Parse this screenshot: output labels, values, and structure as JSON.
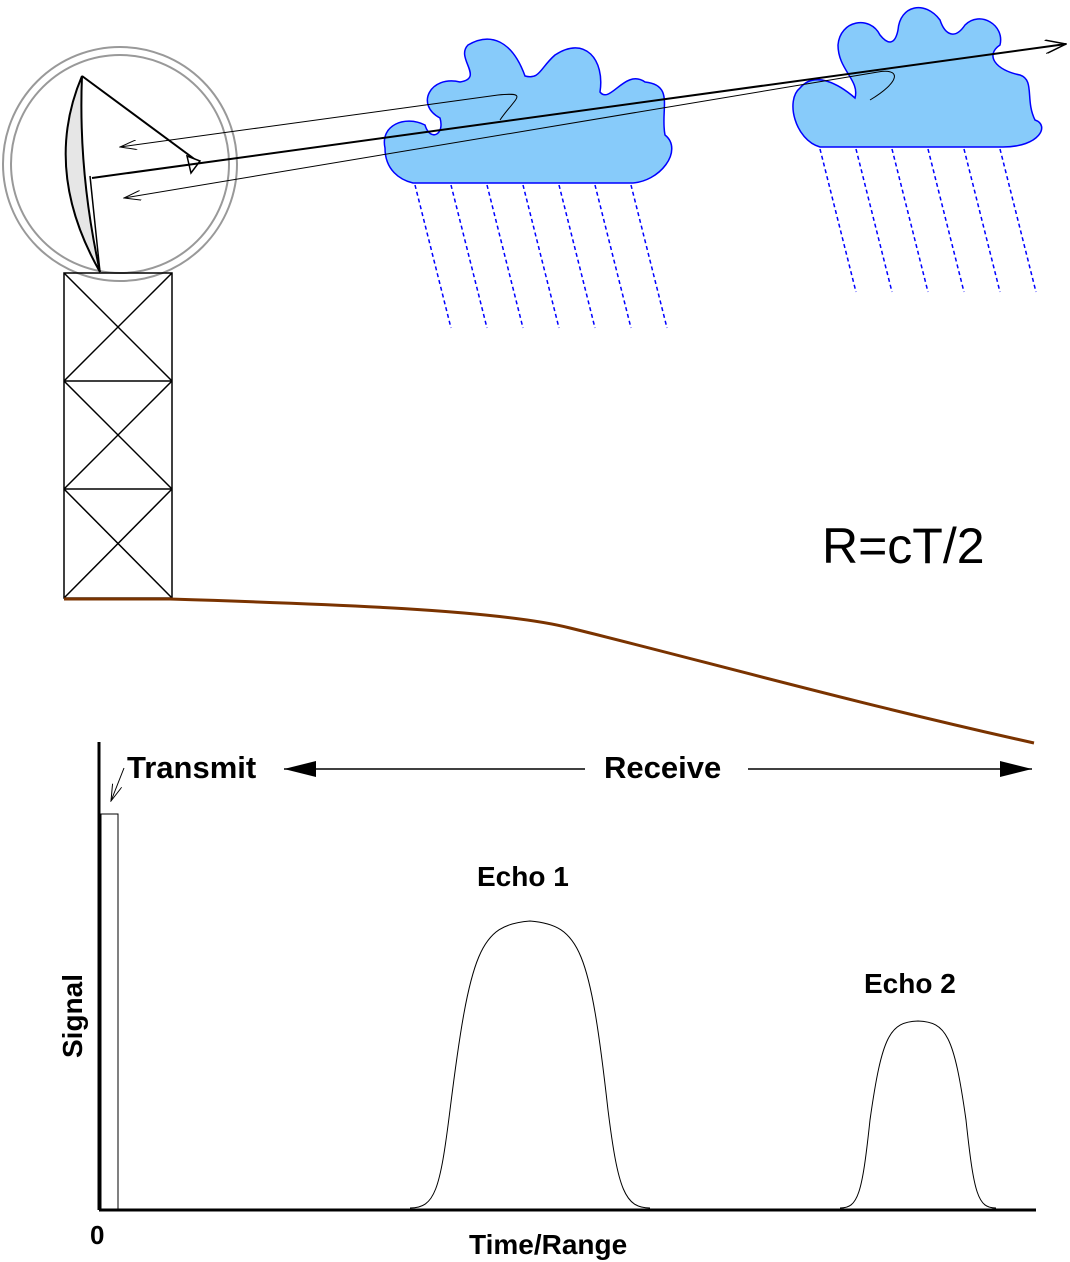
{
  "formula": "R=cT/2",
  "labels": {
    "transmit": "Transmit",
    "receive": "Receive",
    "echo1": "Echo 1",
    "echo2": "Echo 2",
    "ylabel": "Signal",
    "xlabel": "Time/Range",
    "origin": "0"
  },
  "colors": {
    "cloud_fill": "#87cbfa",
    "cloud_stroke": "#0000ff",
    "rain": "#0000ff",
    "ground": "#7a3300",
    "dish_fill": "#e8e8e8",
    "radome_stroke": "#999999",
    "line": "#000000"
  },
  "icons": [
    "radar-dish-icon",
    "radome-icon",
    "tower-icon",
    "cloud-icon",
    "rain-icon",
    "beam-arrow-icon"
  ]
}
